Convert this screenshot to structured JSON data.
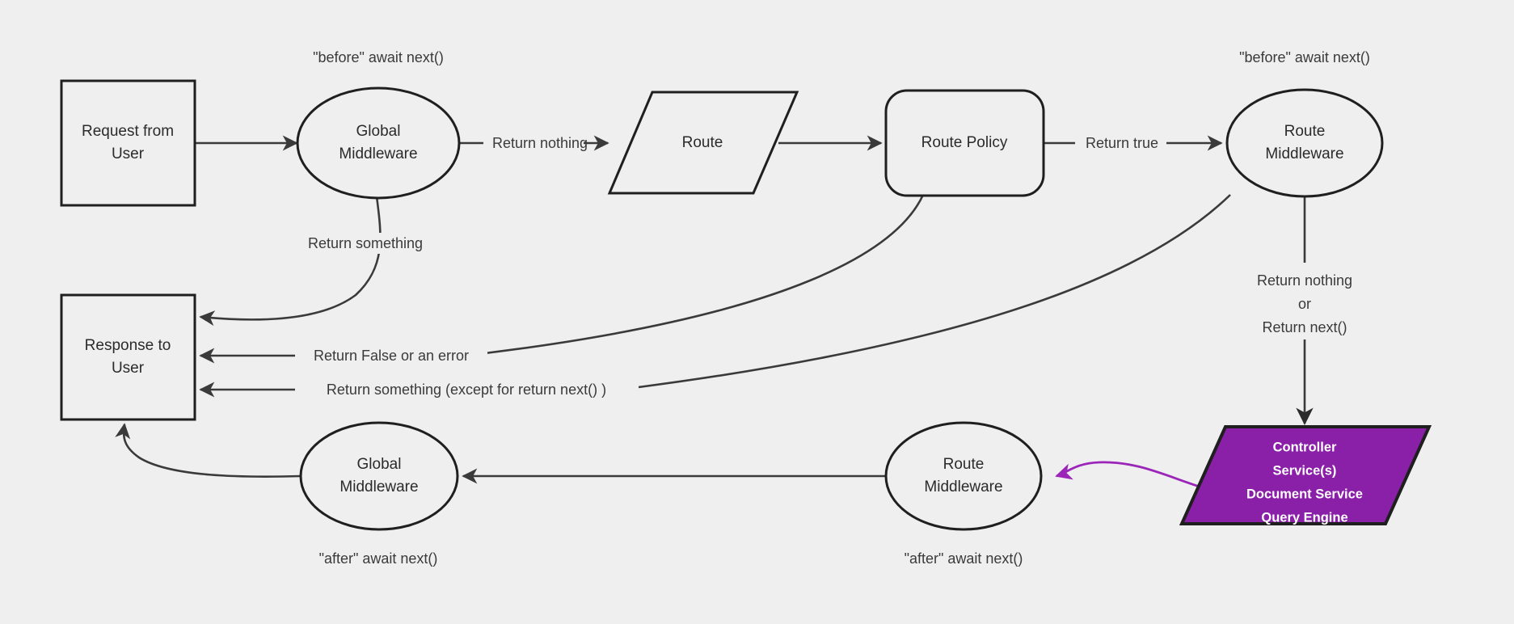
{
  "diagram": {
    "title": "Middleware Request Lifecycle Flow",
    "background_color": "#efefef",
    "stroke_color": "#1f1f1f",
    "edge_color": "#3a3a3a",
    "accent_color": "#8a1fa8",
    "accent_edge_color": "#9a25b8",
    "nodes": [
      {
        "id": "request",
        "label_line1": "Request from",
        "label_line2": "User",
        "shape": "rectangle"
      },
      {
        "id": "global_mw_top",
        "label_line1": "Global",
        "label_line2": "Middleware",
        "shape": "ellipse"
      },
      {
        "id": "route",
        "label_line1": "Route",
        "label_line2": "",
        "shape": "parallelogram"
      },
      {
        "id": "route_policy",
        "label_line1": "Route Policy",
        "label_line2": "",
        "shape": "rounded-rectangle"
      },
      {
        "id": "route_mw_top",
        "label_line1": "Route",
        "label_line2": "Middleware",
        "shape": "ellipse"
      },
      {
        "id": "response",
        "label_line1": "Response to",
        "label_line2": "User",
        "shape": "rectangle"
      },
      {
        "id": "global_mw_bot",
        "label_line1": "Global",
        "label_line2": "Middleware",
        "shape": "ellipse"
      },
      {
        "id": "route_mw_bot",
        "label_line1": "Route",
        "label_line2": "Middleware",
        "shape": "ellipse"
      },
      {
        "id": "controller",
        "shape": "parallelogram",
        "fill": "#8a1fa8",
        "label_line1": "Controller",
        "label_line2": "Service(s)",
        "label_line3": "Document Service",
        "label_line4": "Query Engine"
      }
    ],
    "annotations": [
      {
        "id": "before_global",
        "text": "\"before\" await next()"
      },
      {
        "id": "before_route",
        "text": "\"before\" await next()"
      },
      {
        "id": "after_global",
        "text": "\"after\" await next()"
      },
      {
        "id": "after_route",
        "text": "\"after\" await next()"
      }
    ],
    "edge_labels": {
      "return_nothing": "Return nothing",
      "return_something": "Return something",
      "return_true": "Return true",
      "return_false_or_error": "Return False or an error",
      "return_something_except": "Return something (except for return next() )",
      "return_nothing_or_next_l1": "Return nothing",
      "return_nothing_or_next_l2": "or",
      "return_nothing_or_next_l3": "Return next()"
    }
  }
}
